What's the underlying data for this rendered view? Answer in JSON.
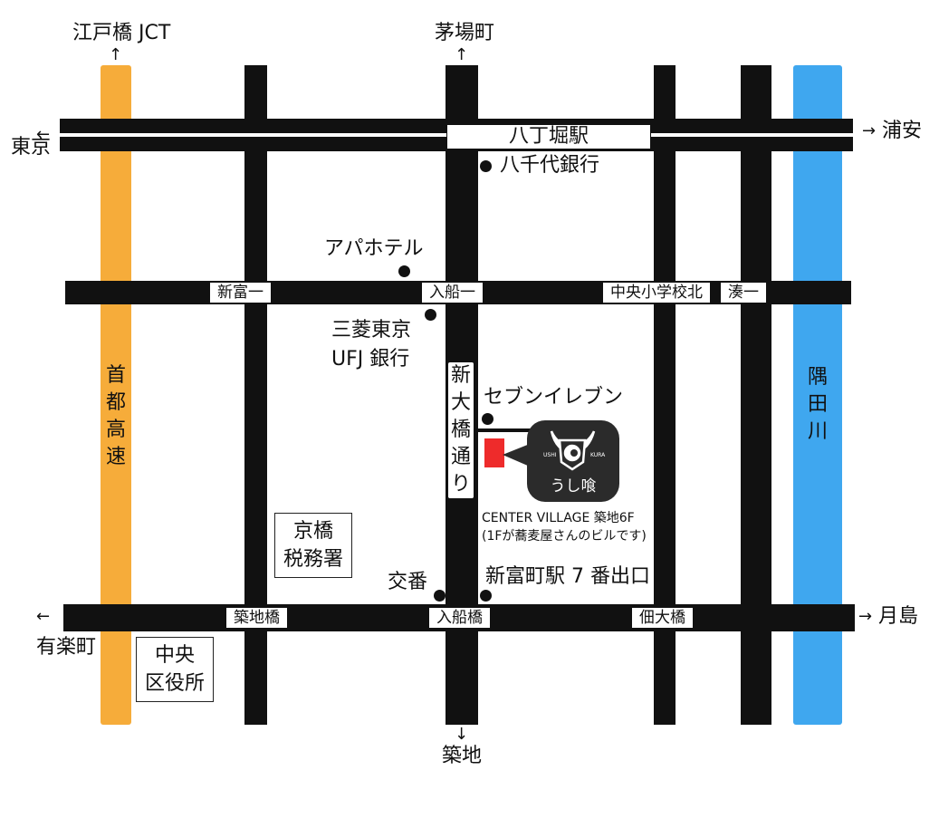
{
  "colors": {
    "road": "#111111",
    "expressway": "#f6ac3a",
    "river": "#3fa7ef",
    "destination": "#ee2b2b",
    "badge_bg": "#2b2b2b"
  },
  "directions": {
    "top_left": "江戸橋 JCT",
    "top_center": "茅場町",
    "left_top": "東京",
    "right_top": "浦安",
    "left_bottom": "有楽町",
    "right_bottom": "月島",
    "bottom_center": "築地"
  },
  "arrows": {
    "up": "↑",
    "down": "↓",
    "left": "←",
    "right": "→"
  },
  "stations": {
    "hatchobori": "八丁堀駅"
  },
  "intersections": {
    "shintomi1": "新富一",
    "irifune1": "入船一",
    "chuo_elem_north": "中央小学校北",
    "minato1": "湊一",
    "tsukijibashi": "築地橋",
    "irifunebashi": "入船橋",
    "tsukudaohashi": "佃大橋"
  },
  "landmarks": {
    "yachiyo_bank": "八千代銀行",
    "apa_hotel": "アパホテル",
    "mufg_line1": "三菱東京",
    "mufg_line2": "UFJ 銀行",
    "seven_eleven": "セブンイレブン",
    "koban": "交番",
    "shintomicho_exit": "新富町駅 7 番出口"
  },
  "vertical_labels": {
    "expressway": "首都高速",
    "river": "隅田川",
    "avenue": "新大橋通り"
  },
  "boxes": {
    "tax_office_line1": "京橋",
    "tax_office_line2": "税務署",
    "ward_office_line1": "中央",
    "ward_office_line2": "区役所"
  },
  "destination": {
    "building_line1": "CENTER VILLAGE 築地6F",
    "building_line2": "(1Fが蕎麦屋さんのビルです)",
    "logo_left": "USHI",
    "logo_right": "KURA",
    "logo_name": "うし喰"
  }
}
